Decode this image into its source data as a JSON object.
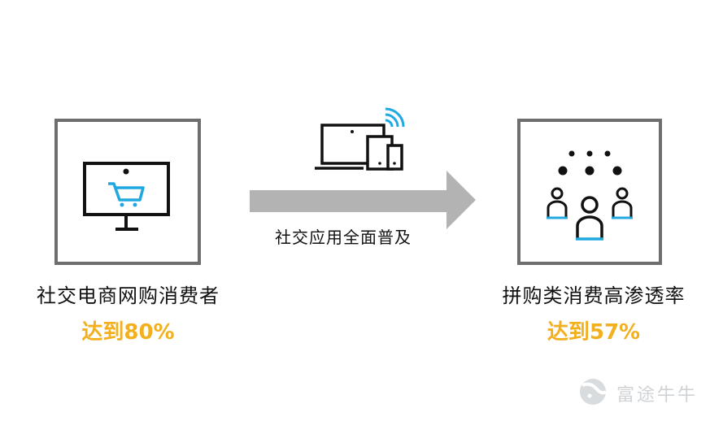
{
  "colors": {
    "box_border": "#6e6e6e",
    "icon_stroke": "#111111",
    "accent_blue": "#1fa9e0",
    "highlight_orange": "#f2b01e",
    "arrow_gray": "#b3b3b3",
    "watermark_gray": "#cfd3d6"
  },
  "left_panel": {
    "icon": "monitor-shopping-cart-icon",
    "title": "社交电商网购消费者",
    "value": "达到80%"
  },
  "transition": {
    "icon": "connected-devices-wifi-icon",
    "arrow": "right-arrow-icon",
    "caption": "社交应用全面普及"
  },
  "right_panel": {
    "icon": "group-people-icon",
    "title": "拼购类消费高渗透率",
    "value": "达到57%"
  },
  "watermark": {
    "icon": "futu-logo-icon",
    "text": "富途牛牛"
  }
}
